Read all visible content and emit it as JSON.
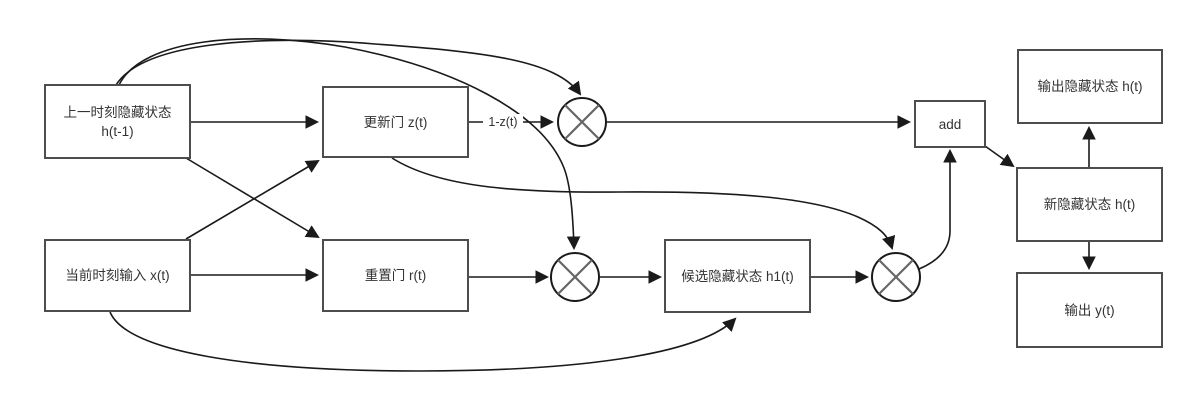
{
  "diagram": {
    "nodes": {
      "prev_hidden": {
        "line1": "上一时刻隐藏状态",
        "line2": "h(t-1)"
      },
      "input_x": {
        "label": "当前时刻输入 x(t)"
      },
      "update_gate": {
        "label": "更新门 z(t)"
      },
      "reset_gate": {
        "label": "重置门 r(t)"
      },
      "candidate": {
        "label": "候选隐藏状态 h1(t)"
      },
      "add": {
        "label": "add"
      },
      "output_hidden": {
        "label": "输出隐藏状态 h(t)"
      },
      "new_hidden": {
        "label": "新隐藏状态 h(t)"
      },
      "output_y": {
        "label": "输出 y(t)"
      }
    },
    "edges": {
      "one_minus_z": "1-z(t)"
    },
    "icons": {
      "multiply_node": "circle-with-x-multiply-icon"
    },
    "colors": {
      "background": "#ffffff",
      "node_border": "#4d4d4d",
      "node_fill": "#ffffff",
      "edge": "#1a1a1a",
      "text": "#333333",
      "multiply_cross": "#666666"
    }
  }
}
